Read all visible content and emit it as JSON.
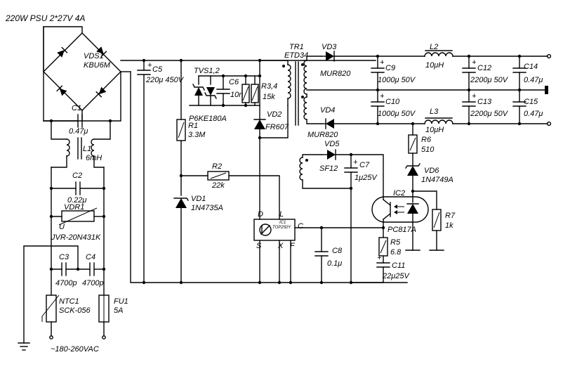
{
  "title": "220W PSU 2*27V 4A",
  "input_label": "~180-260VAC",
  "components": {
    "vds1": {
      "ref": "VDS1",
      "value": "KBU6M"
    },
    "c1": {
      "ref": "C1",
      "value": "0.47μ"
    },
    "l1": {
      "ref": "L1",
      "value": "6mH"
    },
    "c2": {
      "ref": "C2",
      "value": "0.22μ"
    },
    "vdr1": {
      "ref": "VDR1",
      "value": "JVR-20N431K",
      "pin": "U"
    },
    "c3": {
      "ref": "C3",
      "value": "4700p"
    },
    "c4": {
      "ref": "C4",
      "value": "4700p"
    },
    "ntc1": {
      "ref": "NTC1",
      "value": "SCK-056"
    },
    "fu1": {
      "ref": "FU1",
      "value": "5A"
    },
    "c5": {
      "ref": "C5",
      "value": "220μ 450V"
    },
    "tvs": {
      "ref": "TVS1,2",
      "value": "P6KE180A"
    },
    "c6": {
      "ref": "C6",
      "value": "10n"
    },
    "r34": {
      "ref": "R3,4",
      "value": "15k"
    },
    "vd2": {
      "ref": "VD2",
      "value": "FR607"
    },
    "r1": {
      "ref": "R1",
      "value": "3.3M"
    },
    "r2": {
      "ref": "R2",
      "value": "22k"
    },
    "vd1": {
      "ref": "VD1",
      "value": "1N4735A"
    },
    "tr1": {
      "ref": "TR1",
      "value": "ETD34"
    },
    "vd3": {
      "ref": "VD3",
      "value": "MUR820"
    },
    "vd4": {
      "ref": "VD4",
      "value": "MUR820"
    },
    "vd5": {
      "ref": "VD5",
      "value": "SF12"
    },
    "c7": {
      "ref": "C7",
      "value": "1μ25V"
    },
    "c9": {
      "ref": "C9",
      "value": "1000μ 50V"
    },
    "c10": {
      "ref": "C10",
      "value": "1000μ 50V"
    },
    "l2": {
      "ref": "L2",
      "value": "10μH"
    },
    "l3": {
      "ref": "L3",
      "value": "10μH"
    },
    "c12": {
      "ref": "C12",
      "value": "2200μ 50V"
    },
    "c13": {
      "ref": "C13",
      "value": "2200μ 50V"
    },
    "c14": {
      "ref": "C14",
      "value": "0.47μ"
    },
    "c15": {
      "ref": "C15",
      "value": "0.47μ"
    },
    "r6": {
      "ref": "R6",
      "value": "510"
    },
    "vd6": {
      "ref": "VD6",
      "value": "1N4749A"
    },
    "ic2": {
      "ref": "IC2",
      "value": "PC817A"
    },
    "r7": {
      "ref": "R7",
      "value": "1k"
    },
    "r5": {
      "ref": "R5",
      "value": "6.8"
    },
    "c11": {
      "ref": "C11",
      "value": "22μ25V"
    },
    "c8": {
      "ref": "C8",
      "value": "0.1μ"
    },
    "ic1": {
      "ref": "IC1",
      "value": "TOP250Y",
      "pins": {
        "d": "D",
        "l": "L",
        "c": "C",
        "s": "S",
        "x": "X",
        "f": "F"
      }
    }
  }
}
